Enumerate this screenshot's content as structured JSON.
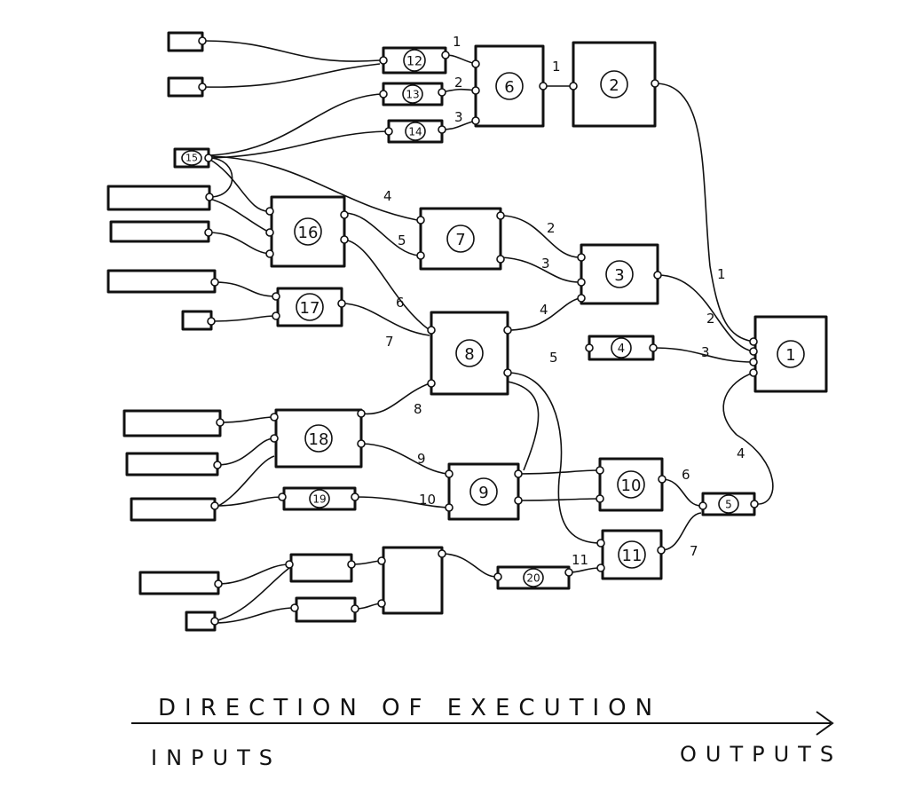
{
  "diagram": {
    "caption": "DIRECTION OF EXECUTION",
    "left_label": "INPUTS",
    "right_label": "OUTPUTS",
    "nodes": [
      "12",
      "13",
      "14",
      "6",
      "2",
      "15",
      "16",
      "7",
      "3",
      "17",
      "8",
      "1",
      "4",
      "18",
      "9",
      "10",
      "5",
      "19",
      "11",
      "20"
    ],
    "edge_labels": [
      "1",
      "2",
      "3",
      "1",
      "4",
      "5",
      "2",
      "3",
      "6",
      "4",
      "7",
      "5",
      "1",
      "2",
      "3",
      "8",
      "9",
      "10",
      "6",
      "4",
      "7",
      "11"
    ]
  }
}
